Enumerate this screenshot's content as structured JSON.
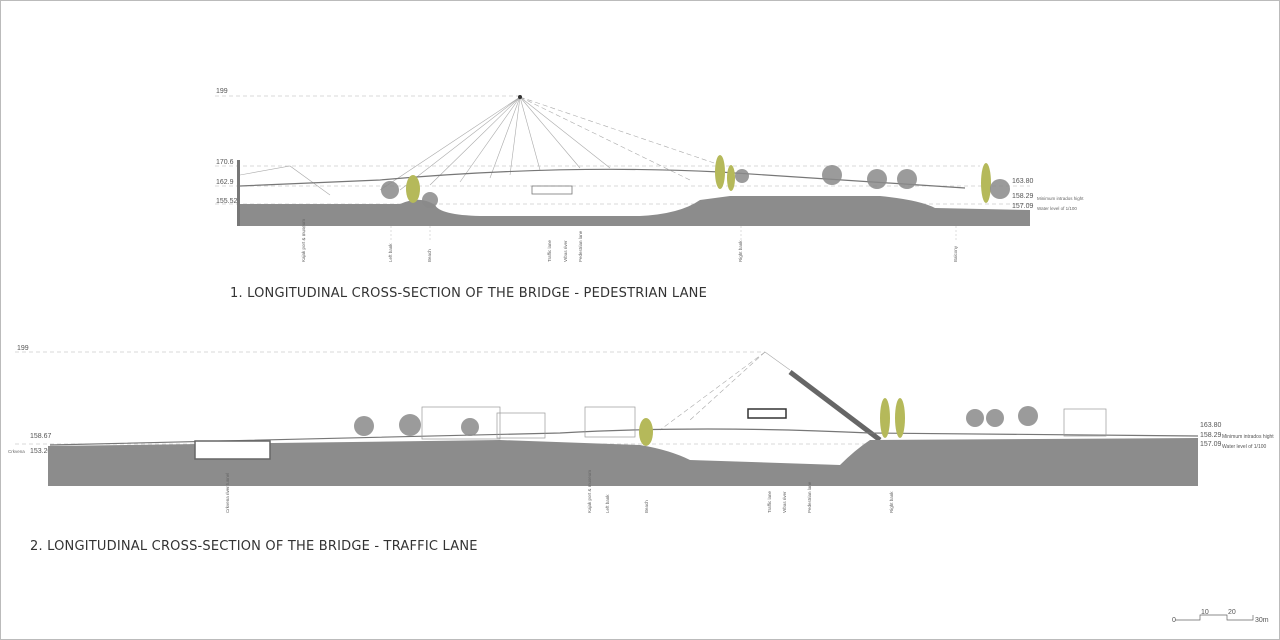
{
  "section1": {
    "title": "1. LONGITUDINAL CROSS-SECTION OF THE BRIDGE - PEDESTRIAN LANE",
    "levels_left": [
      "199",
      "170.6",
      "162.9",
      "155.52"
    ],
    "levels_right": [
      "163.80",
      "158.29",
      "157.09"
    ],
    "level_notes": [
      "Minimum intrados hight",
      "Water level of 1/100"
    ],
    "places": [
      "Kajak port & museum",
      "Left bank",
      "Beach",
      "Traffic lane",
      "Vrbas river",
      "Pedestrian lane",
      "Right bank",
      "Balcony"
    ]
  },
  "section2": {
    "title": "2. LONGITUDINAL CROSS-SECTION OF THE BRIDGE - TRAFFIC LANE",
    "levels_left": [
      "199",
      "158.67",
      "153.20"
    ],
    "left_note": "Crkvena",
    "levels_right": [
      "163.80",
      "158.29",
      "157.09"
    ],
    "level_notes": [
      "Minimum intrados hight",
      "Water level of 1/100"
    ],
    "places": [
      "Crkvena river tunnel",
      "Kajak port & museum",
      "Left bank",
      "Beach",
      "Traffic lane",
      "Vrbas river",
      "Pedestrian lane",
      "Right bank"
    ]
  },
  "scale_bar": {
    "ticks": [
      "0",
      "10",
      "20",
      "30m"
    ]
  }
}
